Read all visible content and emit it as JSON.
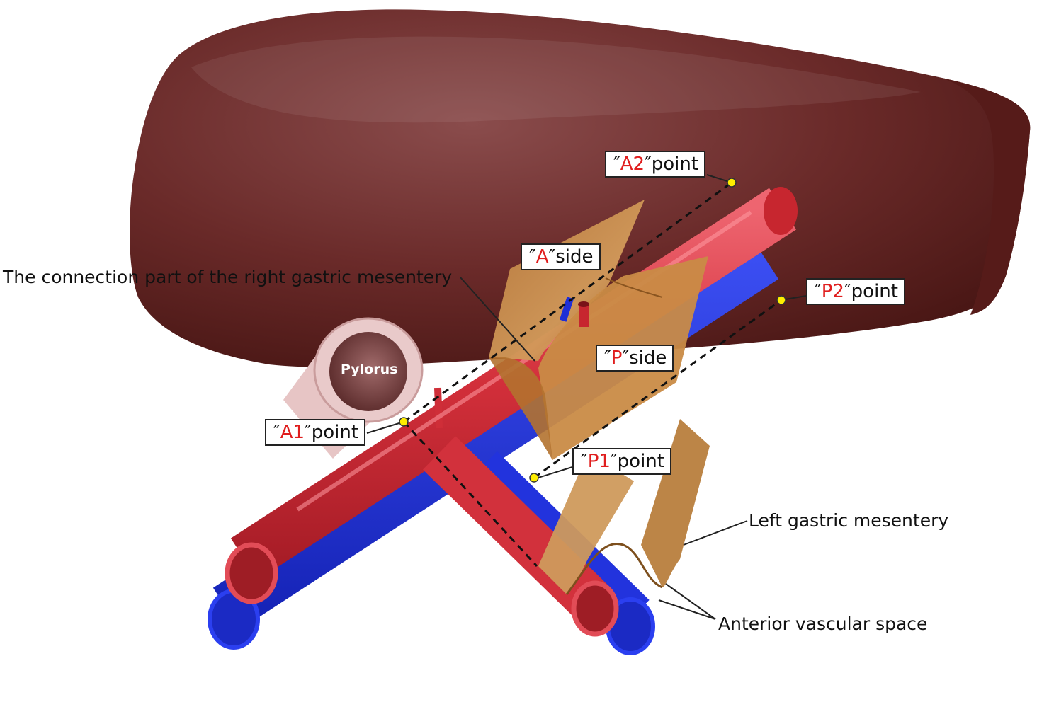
{
  "labels": {
    "right_gastric": "The connection part of the right gastric mesentery",
    "left_gastric": "Left gastric mesentery",
    "anterior_space": "Anterior  vascular space",
    "pylorus": "Pylorus"
  },
  "boxes": {
    "a2": {
      "open": "″",
      "code": "A2",
      "close": "″",
      "suffix": "point"
    },
    "p2": {
      "open": "″",
      "code": "P2",
      "close": "″",
      "suffix": "point"
    },
    "a1": {
      "open": "″",
      "code": "A1",
      "close": "″",
      "suffix": "point"
    },
    "p1": {
      "open": "″",
      "code": "P1",
      "close": "″",
      "suffix": "point"
    },
    "a_side": {
      "open": "″",
      "code": "A",
      "close": "″",
      "suffix": "side"
    },
    "p_side": {
      "open": "″",
      "code": "P",
      "close": "″",
      "suffix": "side"
    }
  },
  "colors": {
    "liver": "#6e2e2c",
    "artery": "#d8343f",
    "vein": "#1f2fd6",
    "mesentery": "#c58a45",
    "pylorus": "#d9b3b3",
    "point_marker": "#ffee00",
    "code_text": "#e01e1e"
  }
}
